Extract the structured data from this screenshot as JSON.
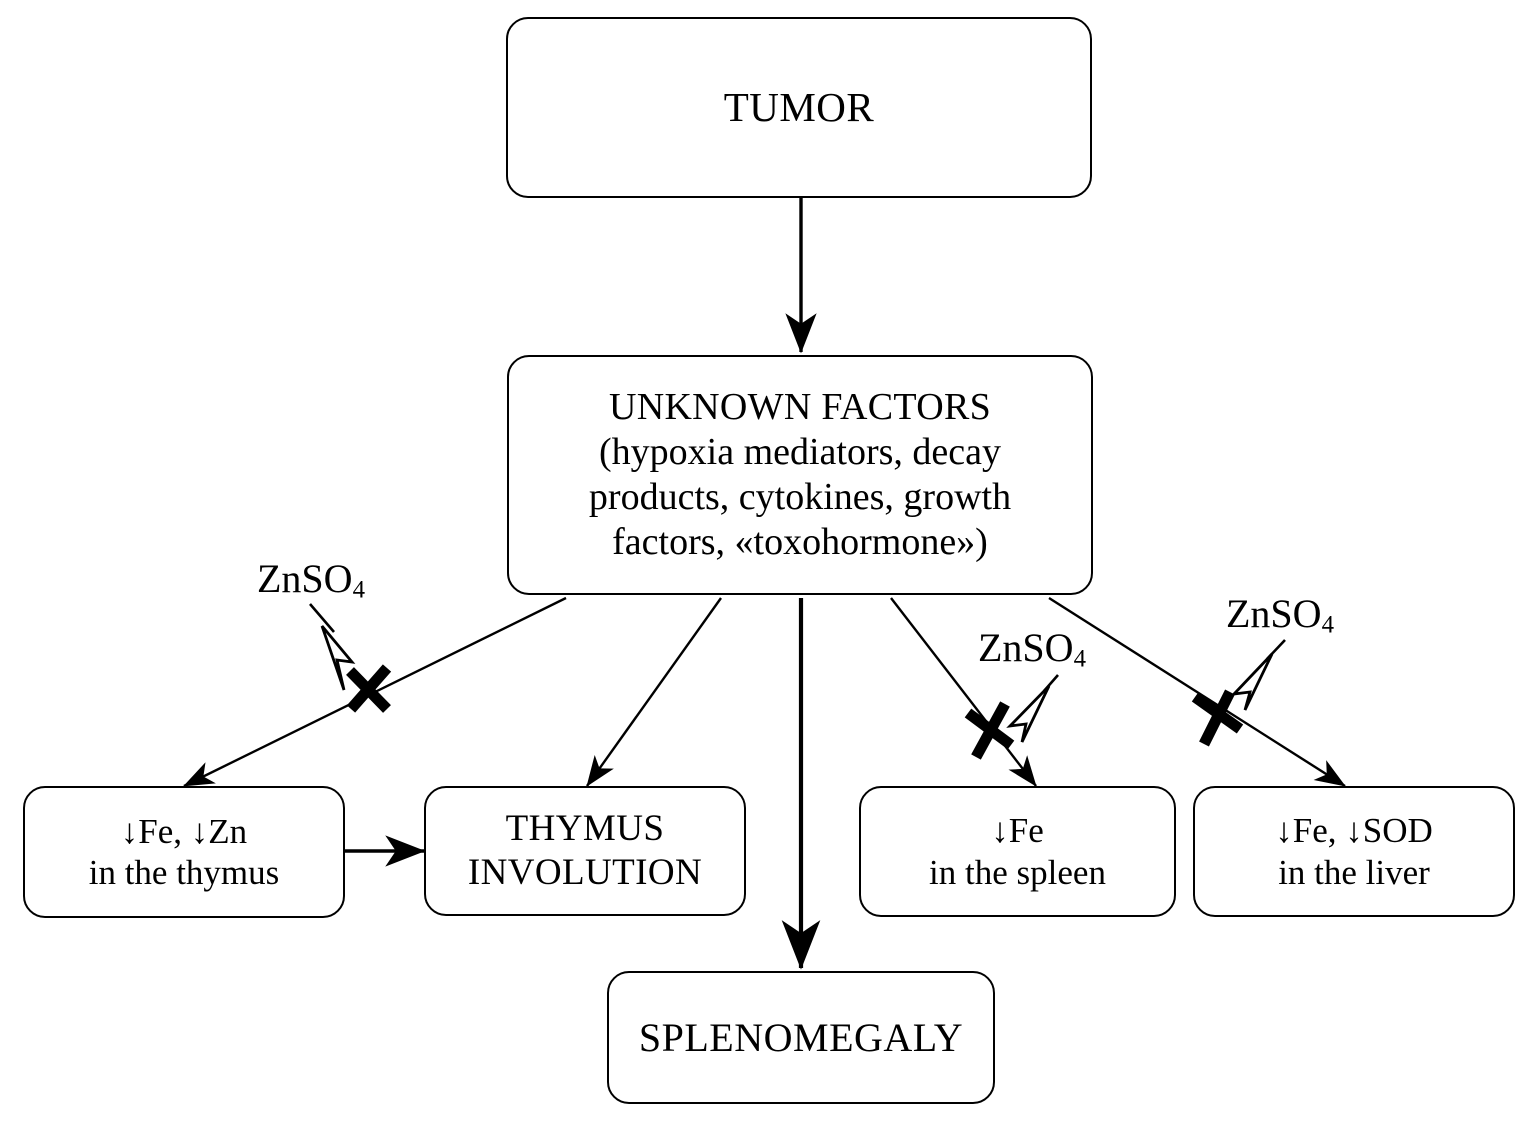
{
  "diagram": {
    "title": "Tumor effects on iron, zinc and SOD; ZnSO4 blockade",
    "background_color": "#ffffff",
    "line_color": "#000000",
    "text_color": "#000000",
    "nodes": {
      "tumor": {
        "label": "TUMOR"
      },
      "unknown_factors": {
        "heading": "UNKNOWN FACTORS",
        "detail": "(hypoxia mediators, decay\nproducts, cytokines, growth\nfactors, «toxohormone»)"
      },
      "fe_zn_thymus": {
        "line1": "↓Fe, ↓Zn",
        "line2": "in the thymus"
      },
      "thymus_involution": {
        "line1": "THYMUS",
        "line2": "INVOLUTION"
      },
      "fe_spleen": {
        "line1": "↓Fe",
        "line2": "in the spleen"
      },
      "fe_sod_liver": {
        "line1": "↓Fe, ↓SOD",
        "line2": "in the liver"
      },
      "splenomegaly": {
        "label": "SPLENOMEGALY"
      }
    },
    "inhibitor_labels": [
      {
        "id": "znso4-thymus",
        "text": "ZnSO",
        "subscript": "4"
      },
      {
        "id": "znso4-spleen",
        "text": "ZnSO",
        "subscript": "4"
      },
      {
        "id": "znso4-liver",
        "text": "ZnSO",
        "subscript": "4"
      }
    ],
    "edges": [
      {
        "from": "tumor",
        "to": "unknown_factors",
        "kind": "solid-arrow"
      },
      {
        "from": "unknown_factors",
        "to": "fe_zn_thymus",
        "kind": "solid-arrow",
        "blocked": true
      },
      {
        "from": "unknown_factors",
        "to": "thymus_involution",
        "kind": "solid-arrow",
        "blocked": false
      },
      {
        "from": "unknown_factors",
        "to": "splenomegaly",
        "kind": "solid-arrow",
        "blocked": false
      },
      {
        "from": "unknown_factors",
        "to": "fe_spleen",
        "kind": "solid-arrow",
        "blocked": true
      },
      {
        "from": "unknown_factors",
        "to": "fe_sod_liver",
        "kind": "solid-arrow",
        "blocked": true
      },
      {
        "from": "fe_zn_thymus",
        "to": "thymus_involution",
        "kind": "solid-arrow",
        "blocked": false
      }
    ],
    "block_marks": 3,
    "hollow_pointer_count": 3
  }
}
